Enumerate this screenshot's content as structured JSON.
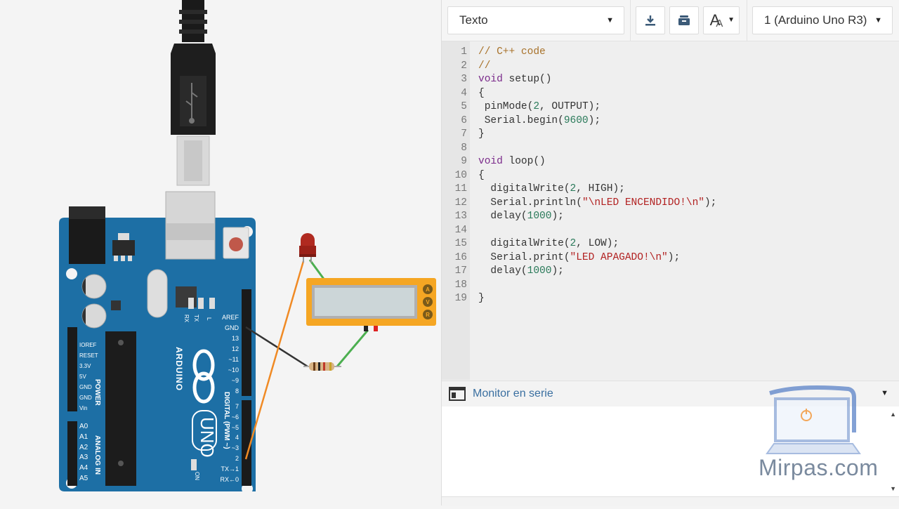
{
  "toolbar": {
    "mode_dropdown": "Texto",
    "board_dropdown": "1 (Arduino Uno R3)",
    "font_button_label": "A"
  },
  "code": {
    "lines": [
      {
        "n": "1",
        "text": "// C++ code"
      },
      {
        "n": "2",
        "text": "//"
      },
      {
        "n": "3",
        "text": "void setup()"
      },
      {
        "n": "4",
        "text": "{"
      },
      {
        "n": "5",
        "text": " pinMode(2, OUTPUT);"
      },
      {
        "n": "6",
        "text": " Serial.begin(9600);"
      },
      {
        "n": "7",
        "text": "}"
      },
      {
        "n": "8",
        "text": ""
      },
      {
        "n": "9",
        "text": "void loop()"
      },
      {
        "n": "10",
        "text": "{"
      },
      {
        "n": "11",
        "text": "  digitalWrite(2, HIGH);"
      },
      {
        "n": "12",
        "text": "  Serial.println(\"\\nLED ENCENDIDO!\\n\");"
      },
      {
        "n": "13",
        "text": "  delay(1000);"
      },
      {
        "n": "14",
        "text": ""
      },
      {
        "n": "15",
        "text": "  digitalWrite(2, LOW);"
      },
      {
        "n": "16",
        "text": "  Serial.print(\"LED APAGADO!\\n\");"
      },
      {
        "n": "17",
        "text": "  delay(1000);"
      },
      {
        "n": "18",
        "text": ""
      },
      {
        "n": "19",
        "text": "}"
      }
    ]
  },
  "monitor": {
    "title": "Monitor en serie"
  },
  "board": {
    "name": "ARDUINO",
    "model": "UNO",
    "on_label": "ON",
    "tx_label": "TX",
    "rx_label": "RX",
    "l_label": "L",
    "digital_label": "DIGITAL (PWM ~)",
    "power_label": "POWER",
    "analog_label": "ANALOG IN",
    "left_pins": [
      "IOREF",
      "RESET",
      "3.3V",
      "5V",
      "GND",
      "GND",
      "Vin"
    ],
    "analog_pins": [
      "A0",
      "A1",
      "A2",
      "A3",
      "A4",
      "A5"
    ],
    "right_pins": [
      "AREF",
      "GND",
      "13",
      "12",
      "~11",
      "~10",
      "~9",
      "8",
      "7",
      "~6",
      "~5",
      "4",
      "~3",
      "2",
      "TX→1",
      "RX←0"
    ]
  },
  "multimeter": {
    "buttons": [
      "A",
      "V",
      "R"
    ]
  },
  "watermark": {
    "text": "Mirpas.com"
  },
  "colors": {
    "board_blue": "#1d6fa5",
    "multimeter_orange": "#f5a623",
    "wire_orange": "#f08a24",
    "wire_green": "#4caf50",
    "led_red": "#c0392b",
    "monitor_title": "#3a6fa0"
  },
  "icons": {
    "download": "download-icon",
    "upload": "upload-icon",
    "font_size": "font-size-icon",
    "serial_monitor": "terminal-icon",
    "dropdown": "chevron-down-icon"
  }
}
